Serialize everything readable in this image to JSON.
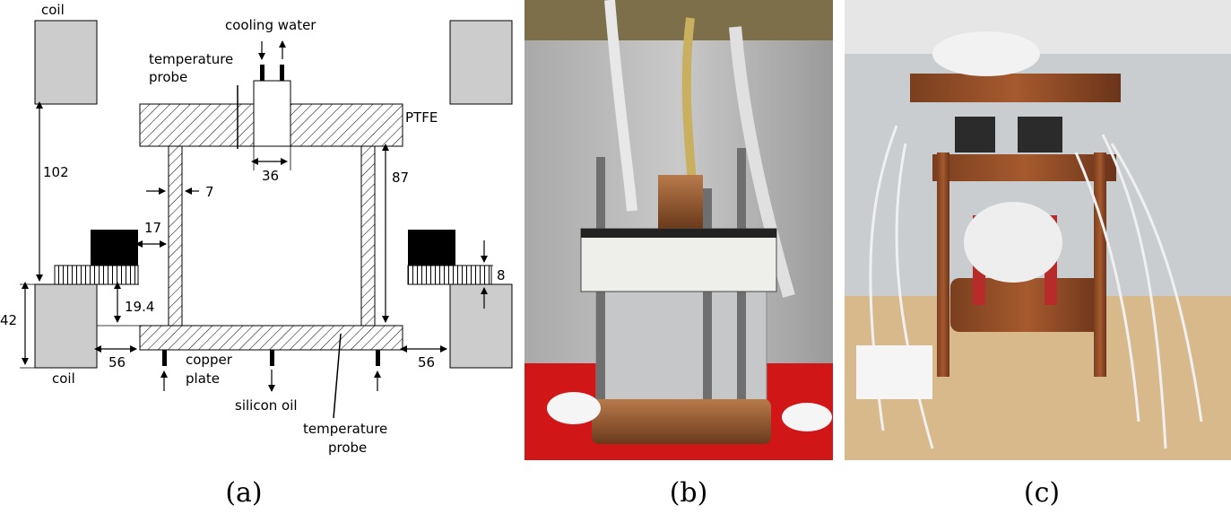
{
  "diagram": {
    "labels": {
      "coil_top": "coil",
      "coil_bottom": "coil",
      "cooling_water": "cooling water",
      "temp_probe_top_1": "temperature",
      "temp_probe_top_2": "probe",
      "ptfe": "PTFE",
      "copper_1": "copper",
      "copper_2": "plate",
      "silicon_oil": "silicon oil",
      "temp_probe_bottom_1": "temperature",
      "temp_probe_bottom_2": "probe"
    },
    "dimensions": {
      "d102": "102",
      "d87": "87",
      "d36": "36",
      "d7": "7",
      "d17": "17",
      "d8": "8",
      "d19_4": "19.4",
      "d42": "42",
      "d56_left": "56",
      "d56_right": "56"
    }
  },
  "captions": {
    "a": "(a)",
    "b": "(b)",
    "c": "(c)"
  },
  "colors": {
    "coil": "#cccccc",
    "magnet": "#000000",
    "stroke": "#000000"
  }
}
